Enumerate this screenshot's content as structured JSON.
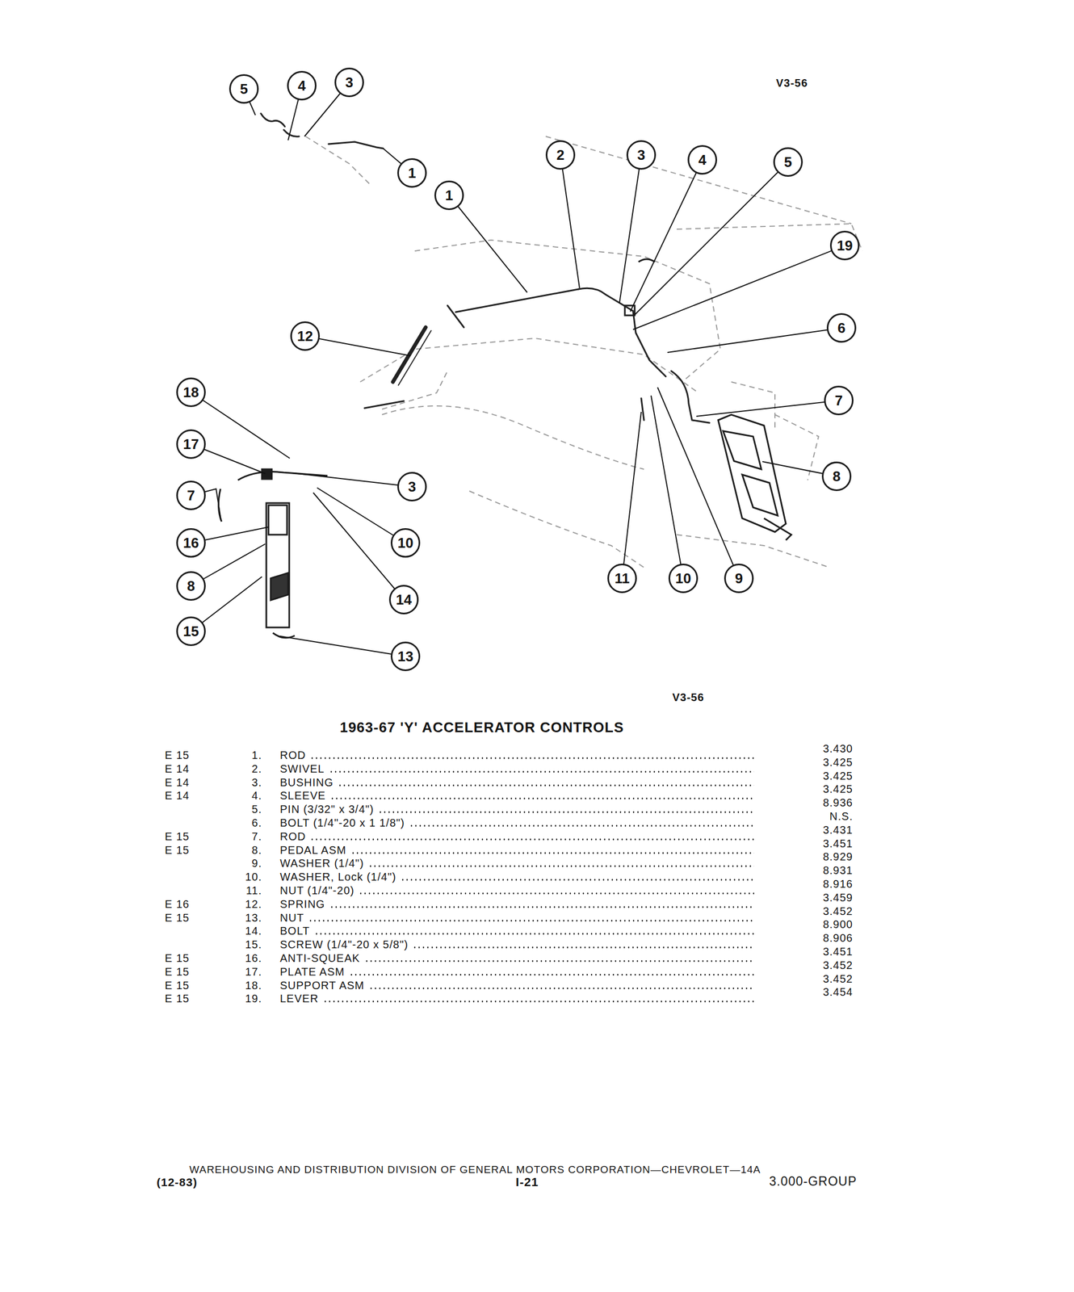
{
  "diagram": {
    "title": "1963-67 'Y' ACCELERATOR CONTROLS",
    "nodes": [
      {
        "text": [
          "5"
        ]
      },
      {
        "text": [
          "4"
        ]
      },
      {
        "text": [
          "3"
        ]
      },
      {
        "text": [
          "1"
        ]
      },
      {
        "text": [
          "1"
        ]
      },
      {
        "text": [
          "2"
        ]
      },
      {
        "text": [
          "3"
        ]
      },
      {
        "text": [
          "4"
        ]
      },
      {
        "text": [
          "5"
        ]
      },
      {
        "text": [
          "19"
        ]
      },
      {
        "text": [
          "6"
        ]
      },
      {
        "text": [
          "12"
        ]
      },
      {
        "text": [
          "7"
        ]
      },
      {
        "text": [
          "18"
        ]
      },
      {
        "text": [
          "8"
        ]
      },
      {
        "text": [
          "17"
        ]
      },
      {
        "text": [
          "3"
        ]
      },
      {
        "text": [
          "7"
        ]
      },
      {
        "text": [
          "16"
        ]
      },
      {
        "text": [
          "10"
        ]
      },
      {
        "text": [
          "11"
        ]
      },
      {
        "text": [
          "10"
        ]
      },
      {
        "text": [
          "9"
        ]
      },
      {
        "text": [
          "8"
        ]
      },
      {
        "text": [
          "14"
        ]
      },
      {
        "text": [
          "15"
        ]
      },
      {
        "text": [
          "13"
        ]
      }
    ],
    "labels": [
      "V3-56",
      "V3-56",
      "E 15",
      "1.",
      "ROD",
      "3.430",
      "E 14",
      "2.",
      "SWIVEL",
      "3.425",
      "E 14",
      "3.",
      "BUSHING",
      "3.425",
      "E 14",
      "4.",
      "SLEEVE",
      "3.425",
      "5.",
      "PIN (3/32\" x 3/4\")",
      "8.936",
      "6.",
      "BOLT (1/4\"-20 x 1 1/8\")",
      "N.S.",
      "E 15",
      "7.",
      "ROD",
      "3.431",
      "E 15",
      "8.",
      "PEDAL ASM",
      "3.451",
      "9.",
      "WASHER (1/4\")",
      "8.929",
      "10.",
      "WASHER, Lock (1/4\")",
      "8.931",
      "11.",
      "NUT (1/4\"-20)",
      "8.916",
      "E 16",
      "12.",
      "SPRING",
      "3.459",
      "E 15",
      "13.",
      "NUT",
      "3.452",
      "14.",
      "BOLT",
      "8.900",
      "15.",
      "SCREW (1/4\"-20 x 5/8\")",
      "8.906",
      "E 15",
      "16.",
      "ANTI-SQUEAK",
      "3.451",
      "E 15",
      "17.",
      "PLATE ASM",
      "3.452",
      "E 15",
      "18.",
      "SUPPORT ASM",
      "3.452",
      "E 15",
      "19.",
      "LEVER",
      "3.454",
      "WAREHOUSING AND DISTRIBUTION DIVISION OF GENERAL MOTORS CORPORATION—CHEVROLET—14A",
      "(12-83)",
      "I-21",
      "3.000-GROUP"
    ]
  }
}
